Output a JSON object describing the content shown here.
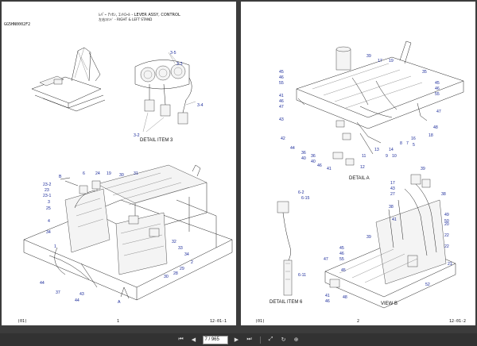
{
  "left_page": {
    "header_line1": "ﾚﾊﾞｰ ｱｯｾﾝ, ｺﾝﾄﾛｰﾙ - LEVER ASSY, CONTROL",
    "header_line2": "左右ｽﾀﾝﾄﾞ - RIGHT & LEFT STAND",
    "doc_code": "GG5HN0002F2",
    "detail_item3": "DETAIL ITEM 3",
    "footer_left": "(01)",
    "footer_page": "1",
    "footer_right": "12-01-1",
    "labels_item3": [
      "3-5",
      "3-3",
      "3-4",
      "3-2"
    ],
    "labels_main": [
      "B",
      "6",
      "24",
      "19",
      "30",
      "31",
      "23-2",
      "23",
      "23-1",
      "3",
      "25",
      "4",
      "34",
      "1",
      "32",
      "33",
      "34",
      "2",
      "29",
      "28",
      "30",
      "37",
      "44",
      "44",
      "43",
      "A"
    ]
  },
  "right_page": {
    "detail_a": "DETAIL A",
    "detail_item6": "DETAIL ITEM 6",
    "view_b": "VIEW B",
    "footer_left": "(01)",
    "footer_page": "2",
    "footer_right": "12-01-2",
    "labels_a": [
      "39",
      "17",
      "19",
      "45",
      "46",
      "55",
      "41",
      "46",
      "47",
      "43",
      "42",
      "44",
      "36",
      "40",
      "36",
      "40",
      "46",
      "41",
      "11",
      "12",
      "13",
      "8",
      "7",
      "16",
      "5",
      "14",
      "9",
      "10",
      "35",
      "45",
      "46",
      "55",
      "47",
      "48",
      "18"
    ],
    "labels_item6": [
      "6-2",
      "6-15",
      "6-11"
    ],
    "labels_b": [
      "17",
      "43",
      "39",
      "27",
      "38",
      "38",
      "41",
      "45",
      "46",
      "55",
      "39",
      "47",
      "49",
      "50",
      "22",
      "20",
      "22",
      "52",
      "21",
      "45",
      "41",
      "46",
      "48"
    ]
  },
  "toolbar": {
    "page_value": "7 / 965",
    "first_icon": "⏮",
    "prev_icon": "◀",
    "next_icon": "▶",
    "last_icon": "⏭",
    "fit_icon": "⤢",
    "rotate_icon": "↻",
    "zoom_icon": "⊕"
  }
}
